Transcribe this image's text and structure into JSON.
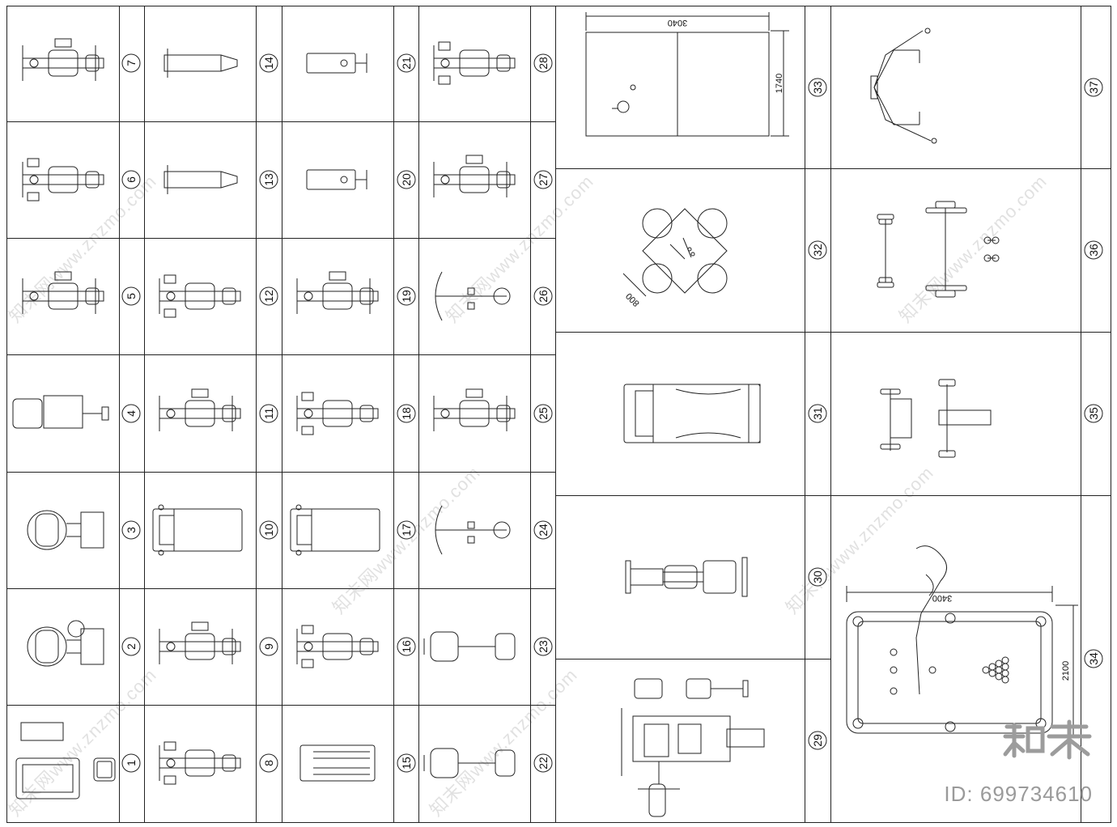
{
  "sheet": {
    "left_cells": [
      {
        "number": "7",
        "icon": "chest-fly-machine-icon"
      },
      {
        "number": "6",
        "icon": "leg-press-station-icon"
      },
      {
        "number": "5",
        "icon": "recumbent-bike-icon"
      },
      {
        "number": "4",
        "icon": "rowing-machine-icon"
      },
      {
        "number": "3",
        "icon": "lounge-chair-icon"
      },
      {
        "number": "2",
        "icon": "armchair-side-table-icon"
      },
      {
        "number": "1",
        "icon": "sofa-set-icon"
      },
      {
        "number": "14",
        "icon": "flat-bench-icon"
      },
      {
        "number": "13",
        "icon": "incline-bench-icon"
      },
      {
        "number": "12",
        "icon": "multi-station-icon"
      },
      {
        "number": "11",
        "icon": "smith-bench-icon"
      },
      {
        "number": "10",
        "icon": "motorbike-trainer-icon"
      },
      {
        "number": "9",
        "icon": "exercise-bike-icon"
      },
      {
        "number": "8",
        "icon": "adjustable-bench-icon"
      },
      {
        "number": "21",
        "icon": "stepper-icon"
      },
      {
        "number": "20",
        "icon": "preacher-bench-icon"
      },
      {
        "number": "19",
        "icon": "cable-crossover-icon"
      },
      {
        "number": "18",
        "icon": "calf-machine-icon"
      },
      {
        "number": "17",
        "icon": "treadmill-icon"
      },
      {
        "number": "16",
        "icon": "lat-pulldown-icon"
      },
      {
        "number": "15",
        "icon": "rack-frame-icon"
      },
      {
        "number": "28",
        "icon": "chest-press-icon"
      },
      {
        "number": "27",
        "icon": "leg-extension-icon"
      },
      {
        "number": "26",
        "icon": "ab-crunch-icon"
      },
      {
        "number": "25",
        "icon": "hip-abductor-icon"
      },
      {
        "number": "24",
        "icon": "back-extension-icon"
      },
      {
        "number": "23",
        "icon": "elliptical-trainer-icon"
      },
      {
        "number": "22",
        "icon": "spin-bike-icon"
      }
    ],
    "right_cells": [
      {
        "number": "33",
        "icon": "table-tennis-table-icon"
      },
      {
        "number": "32",
        "icon": "card-table-chairs-icon"
      },
      {
        "number": "31",
        "icon": "running-machine-icon"
      },
      {
        "number": "30",
        "icon": "leg-curl-machine-icon"
      },
      {
        "number": "29",
        "icon": "multi-gym-station-icon"
      },
      {
        "number": "37",
        "icon": "ab-roller-icon"
      },
      {
        "number": "36",
        "icon": "barbell-dumbbell-set-icon"
      },
      {
        "number": "35",
        "icon": "barbell-bench-icon"
      },
      {
        "number": "34",
        "icon": "billiard-table-icon"
      }
    ],
    "dimensions": {
      "pingpong_width": "3040",
      "pingpong_depth": "1740",
      "card_table_size": "800",
      "billiard_width": "3400",
      "billiard_depth": "2100"
    },
    "watermark": "知末网www.znzmo.com",
    "brand_logo_text": "知末",
    "id_text": "ID: 699734610"
  }
}
